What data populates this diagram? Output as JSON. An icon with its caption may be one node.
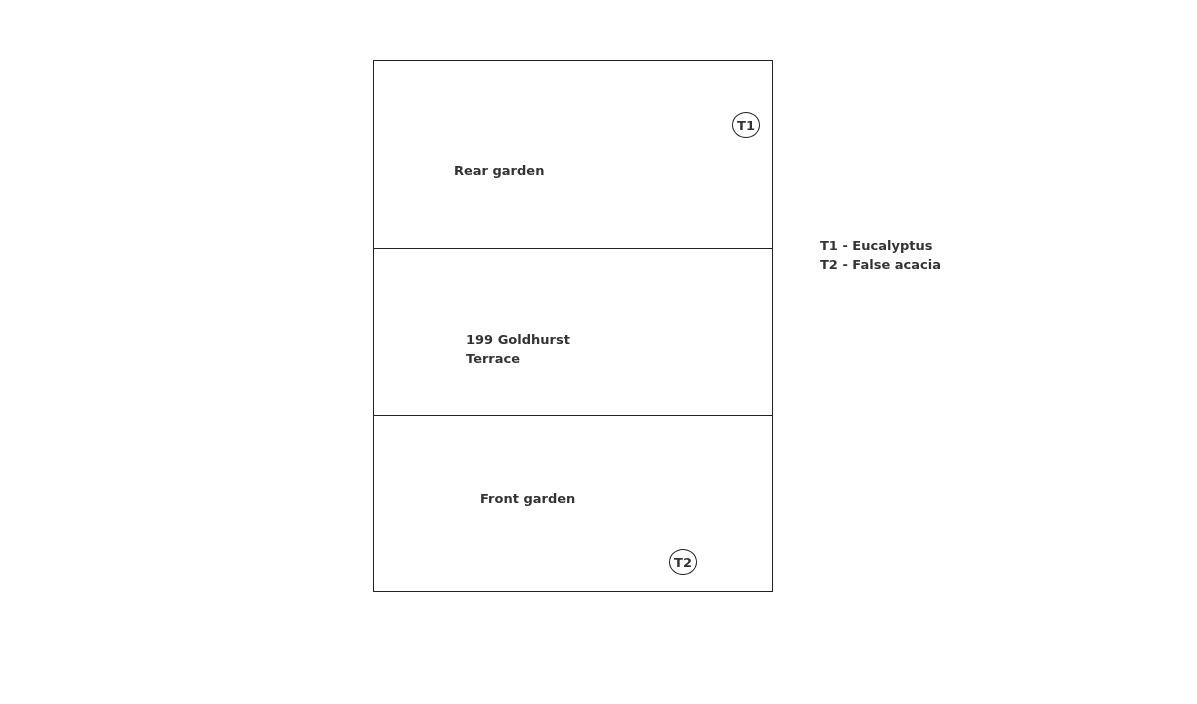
{
  "diagram": {
    "nodes": [
      {
        "text": [
          "Rear garden"
        ]
      },
      {
        "text": [
          "T1"
        ],
        "in": 0
      },
      {
        "text": [
          "199 Goldhurst Terrace"
        ]
      },
      {
        "text": [
          "Front garden"
        ]
      },
      {
        "text": [
          "T2"
        ],
        "in": 3
      }
    ],
    "labels": [
      "T1 - Eucalyptus",
      "T2 - False acacia"
    ]
  }
}
